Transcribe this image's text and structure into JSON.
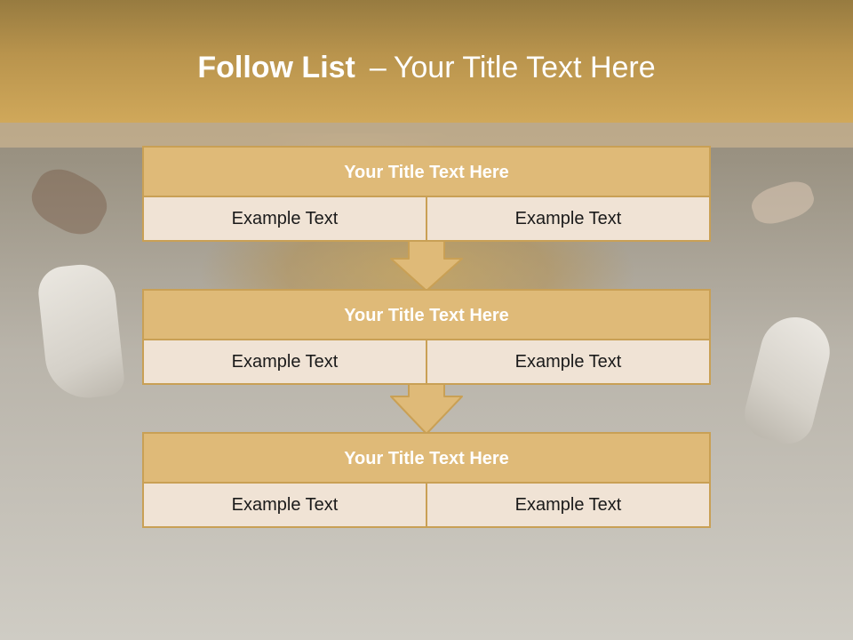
{
  "header": {
    "title_bold": "Follow List",
    "title_separator": "–",
    "title_rest": "Your Title Text Here"
  },
  "list": [
    {
      "title": "Your Title Text Here",
      "left": "Example Text",
      "right": "Example Text"
    },
    {
      "title": "Your Title Text Here",
      "left": "Example Text",
      "right": "Example Text"
    },
    {
      "title": "Your Title Text Here",
      "left": "Example Text",
      "right": "Example Text"
    }
  ],
  "colors": {
    "header": "#c9a050",
    "block_title": "#dfba78",
    "block_body": "#f0e3d5",
    "border": "#c9a055",
    "arrow_fill": "#dfba78"
  },
  "icons": [
    "down-arrow-icon"
  ]
}
